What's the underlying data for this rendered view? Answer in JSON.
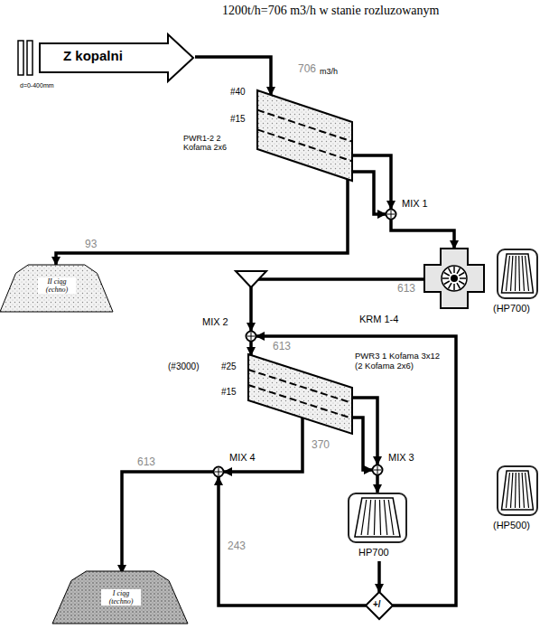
{
  "diagram": {
    "nodes": [
      {
        "text": [
          "Z kopalni"
        ]
      },
      {
        "text": [
          "#40",
          "#15",
          "PWR1-2 2 Kofama 2x6"
        ]
      },
      {
        "text": [
          "MIX 1"
        ]
      },
      {
        "text": [
          "(HP700)"
        ]
      },
      {
        "text": [
          "II ciąg (echno)"
        ]
      },
      {
        "text": [
          "KRM 1-4"
        ]
      },
      {
        "text": [
          "MIX 2"
        ]
      },
      {
        "text": [
          "#25",
          "#15",
          "PWR3 1 Kofama 3x12 (2 Kofama 2x6)"
        ]
      },
      {
        "text": [
          "MIX 3"
        ]
      },
      {
        "text": [
          "MIX 4"
        ]
      },
      {
        "text": [
          "(HP500)"
        ]
      },
      {
        "text": [
          "HP700"
        ]
      },
      {
        "text": [
          "I ciąg (techno)"
        ]
      },
      {
        "text": [
          "+/"
        ]
      }
    ],
    "edges": [
      {
        "from": 0,
        "to": 1,
        "arrow": "to"
      },
      {
        "from": 1,
        "to": 2,
        "arrow": "to"
      },
      {
        "from": 1,
        "to": 2,
        "arrow": "to"
      },
      {
        "from": 1,
        "to": 4,
        "label": "93",
        "arrow": "to"
      },
      {
        "from": 2,
        "to": 5,
        "arrow": "to"
      },
      {
        "from": 5,
        "to": 6,
        "label": "613",
        "arrow": "to"
      },
      {
        "from": 6,
        "to": 7,
        "arrow": "to"
      },
      {
        "from": 7,
        "to": 8,
        "arrow": "to"
      },
      {
        "from": 7,
        "to": 8,
        "arrow": "to"
      },
      {
        "from": 7,
        "to": 9,
        "label": "370",
        "arrow": "to"
      },
      {
        "from": 8,
        "to": 11,
        "arrow": "to"
      },
      {
        "from": 11,
        "to": 13,
        "arrow": "to"
      },
      {
        "from": 13,
        "to": 6,
        "label": "613",
        "arrow": "to"
      },
      {
        "from": 13,
        "to": 9,
        "label": "243",
        "arrow": "to"
      },
      {
        "from": 9,
        "to": 12,
        "label": "613",
        "arrow": "to"
      }
    ],
    "labels": [
      "1200t/h=706 m3/h w stanie rozluzowanym",
      "d=0-400mm",
      "706",
      "m3/h",
      "(#3000)"
    ]
  }
}
